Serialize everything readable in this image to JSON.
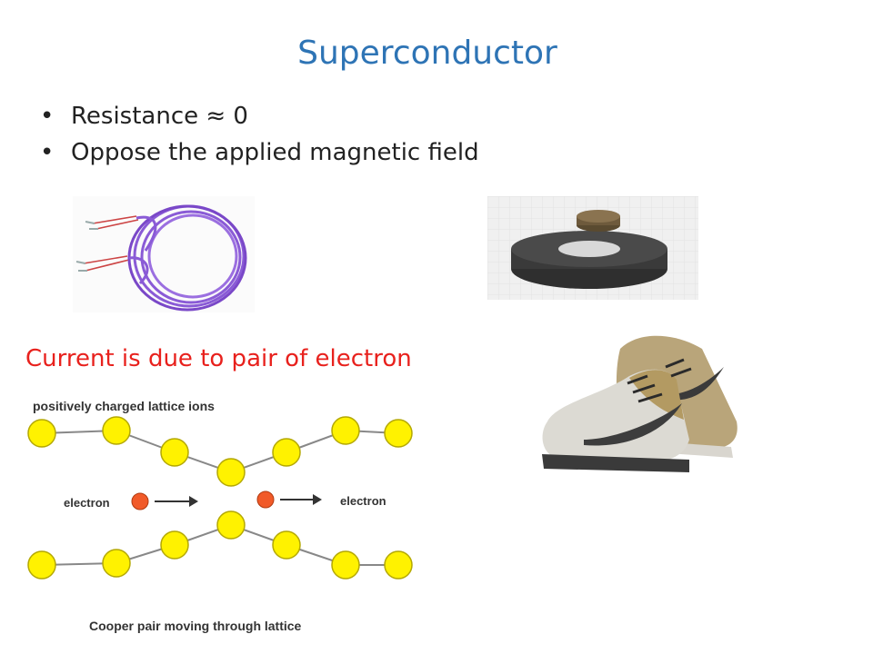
{
  "slide": {
    "title": "Superconductor",
    "bullets": [
      "Resistance  ≈ 0",
      "Oppose  the applied magnetic field"
    ],
    "red_caption": "Current is due to pair of electron"
  },
  "diagram": {
    "top_label": "positively charged lattice ions",
    "left_electron_label": "electron",
    "right_electron_label": "electron",
    "bottom_label": "Cooper pair moving through lattice"
  },
  "colors": {
    "title": "#2e74b5",
    "red_caption": "#e8211d",
    "ion": "#fff200",
    "electron": "#f15a29"
  }
}
